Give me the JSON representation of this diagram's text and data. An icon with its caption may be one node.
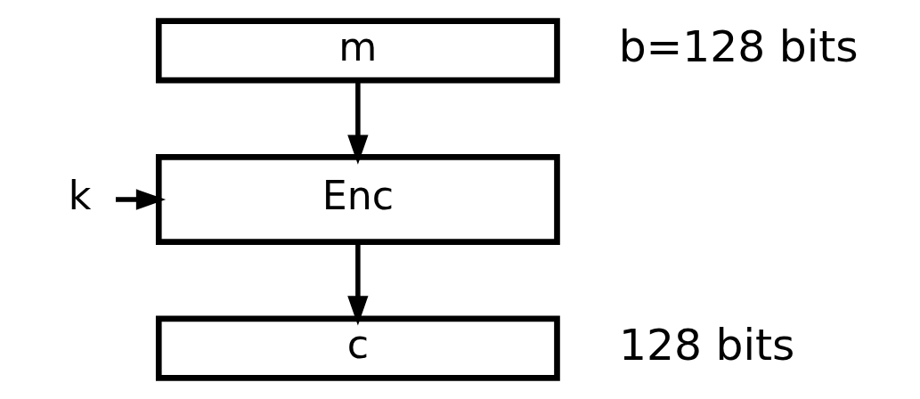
{
  "diagram": {
    "nodes": [
      {
        "text": [
          "m"
        ],
        "beside": [
          "b=128 bits"
        ]
      },
      {
        "text": [
          "k"
        ]
      },
      {
        "text": [
          "Enc"
        ]
      },
      {
        "text": [
          "c"
        ],
        "beside": [
          "128 bits"
        ]
      }
    ],
    "edges": [
      {
        "from": 0,
        "to": 2,
        "arrow": "to"
      },
      {
        "from": 1,
        "to": 2,
        "arrow": "to"
      },
      {
        "from": 2,
        "to": 3,
        "arrow": "to"
      }
    ]
  }
}
